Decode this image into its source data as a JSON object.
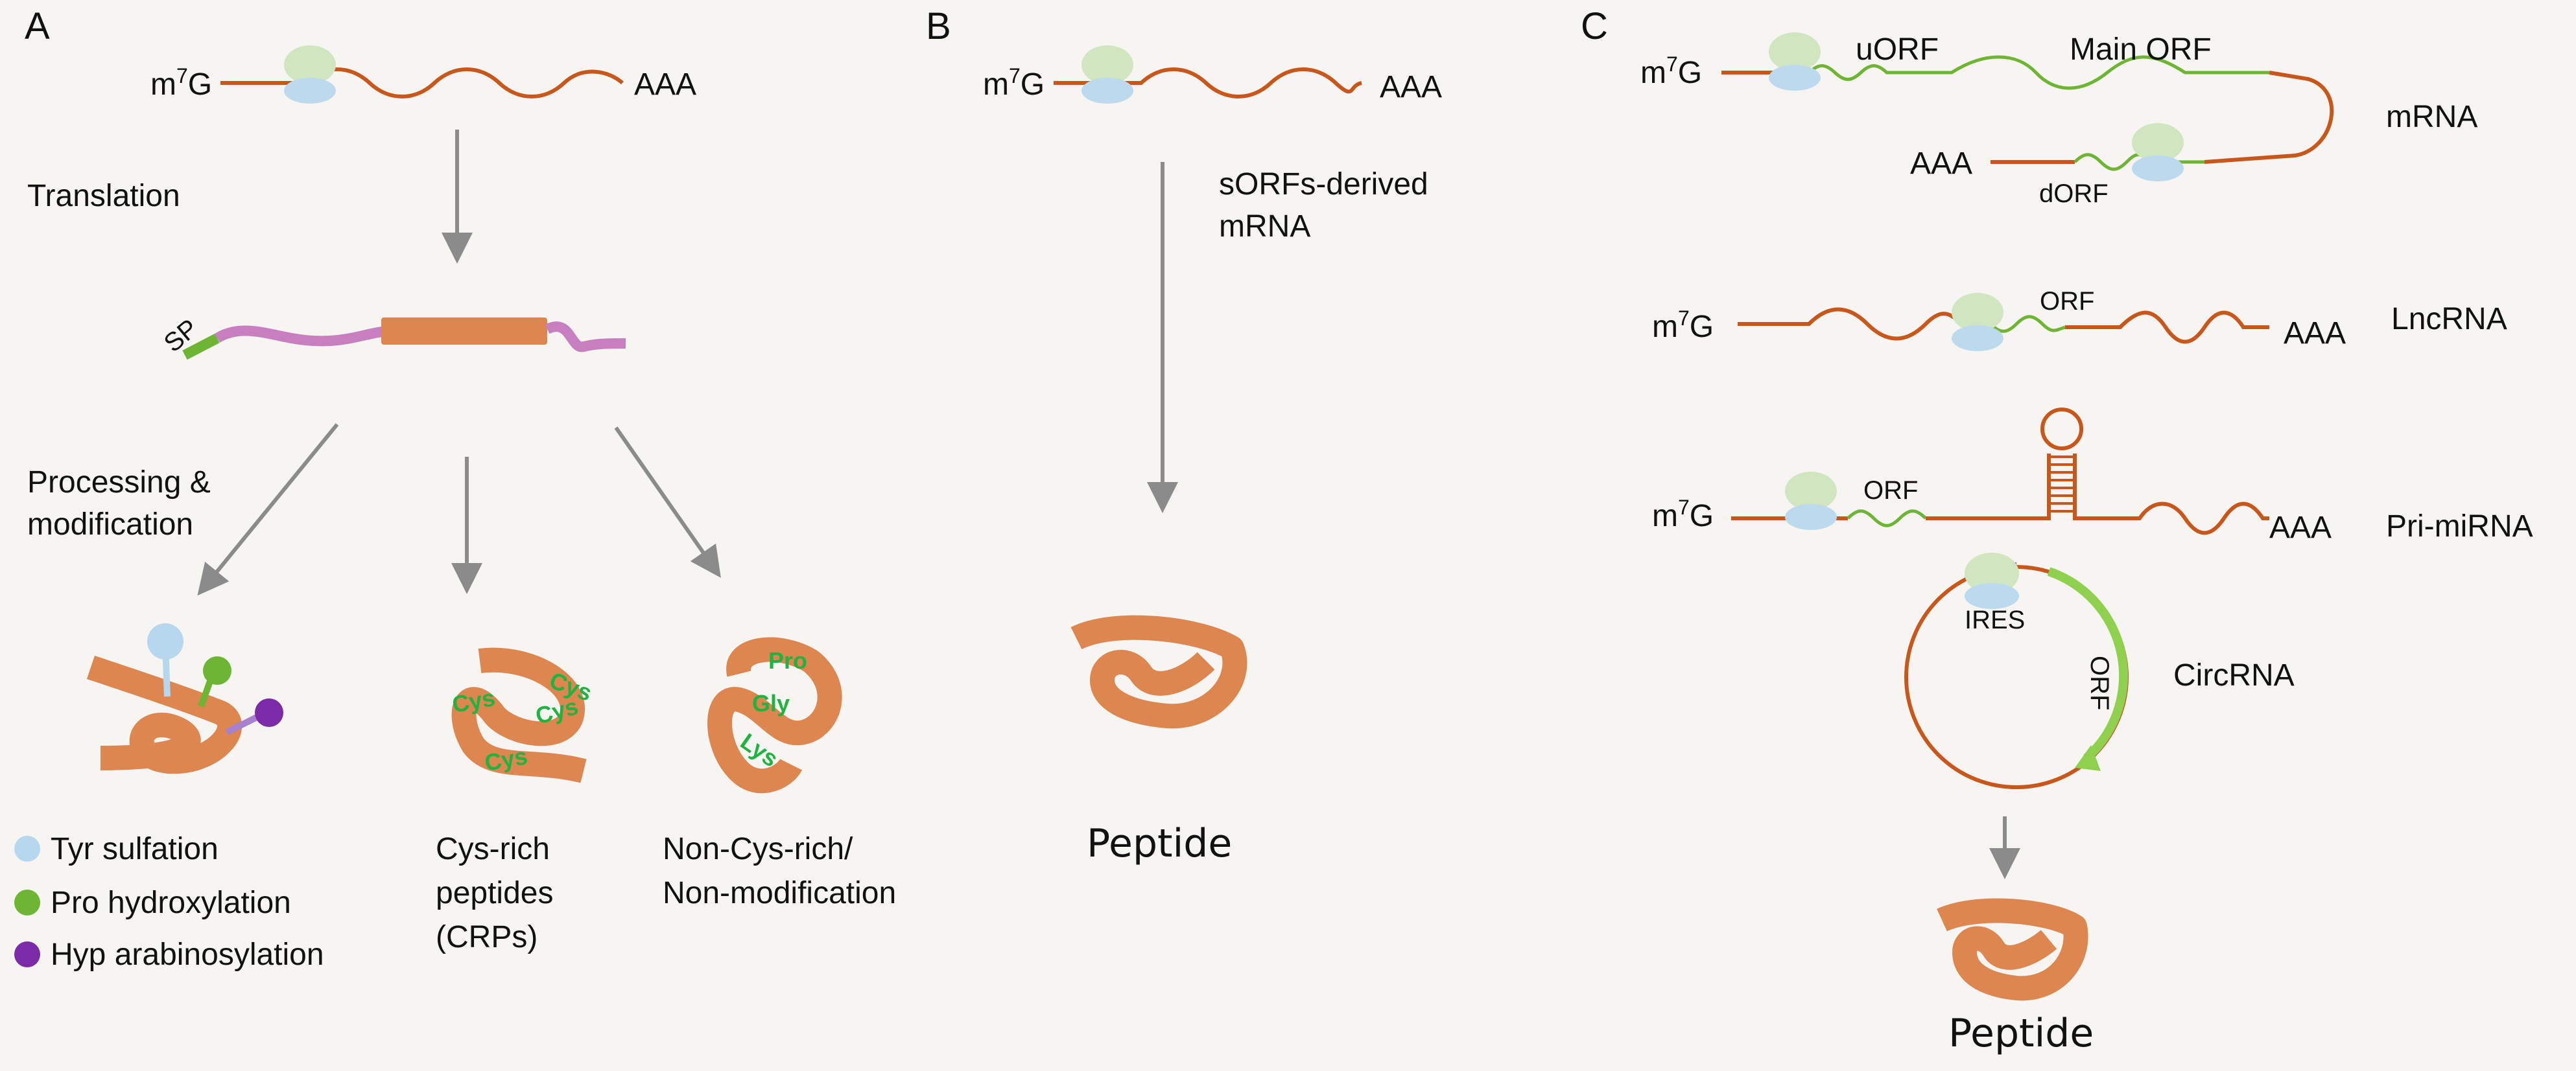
{
  "panels": {
    "a": {
      "letter": "A",
      "cap": "m7G",
      "cap_prefix": "m",
      "cap_sup": "7",
      "cap_suffix": "G",
      "tail": "AAA",
      "translation": "Translation",
      "sp": "SP",
      "processing_line1": "Processing &",
      "processing_line2": "modification",
      "residues": [
        "Cys",
        "Cys",
        "Cys",
        "Cys"
      ],
      "noncys_residues": [
        "Pro",
        "Gly",
        "Lys"
      ],
      "legend": [
        {
          "label": "Tyr sulfation",
          "color": "#b6d7ee"
        },
        {
          "label": "Pro hydroxylation",
          "color": "#6fb534"
        },
        {
          "label": "Hyp arabinosylation",
          "color": "#7b2aa8"
        }
      ],
      "crp_line1": "Cys-rich",
      "crp_line2": "peptides",
      "crp_line3": "(CRPs)",
      "noncys_line1": "Non-Cys-rich/",
      "noncys_line2": "Non-modification"
    },
    "b": {
      "letter": "B",
      "cap_prefix": "m",
      "cap_sup": "7",
      "cap_suffix": "G",
      "tail": "AAA",
      "label_line1": "sORFs-derived",
      "label_line2": "mRNA",
      "peptide": "Peptide"
    },
    "c": {
      "letter": "C",
      "cap_prefix": "m",
      "cap_sup": "7",
      "cap_suffix": "G",
      "tail": "AAA",
      "uorf": "uORF",
      "main_orf": "Main ORF",
      "dorf": "dORF",
      "orf": "ORF",
      "ires": "IRES",
      "rna_types": [
        "mRNA",
        "LncRNA",
        "Pri-miRNA",
        "CircRNA"
      ],
      "peptide": "Peptide"
    }
  },
  "colors": {
    "rna": "#c9561a",
    "orf": "#6fb534",
    "ribosome_large": "#cfe6c0",
    "ribosome_small": "#bcd9ee",
    "peptide": "#dd8650",
    "signal_peptide": "#6fb534",
    "propeptide": "#c77fc0",
    "ires": "#8e5dd6",
    "residue_text": "#1fb33f",
    "arrow": "#8b8b8b"
  }
}
